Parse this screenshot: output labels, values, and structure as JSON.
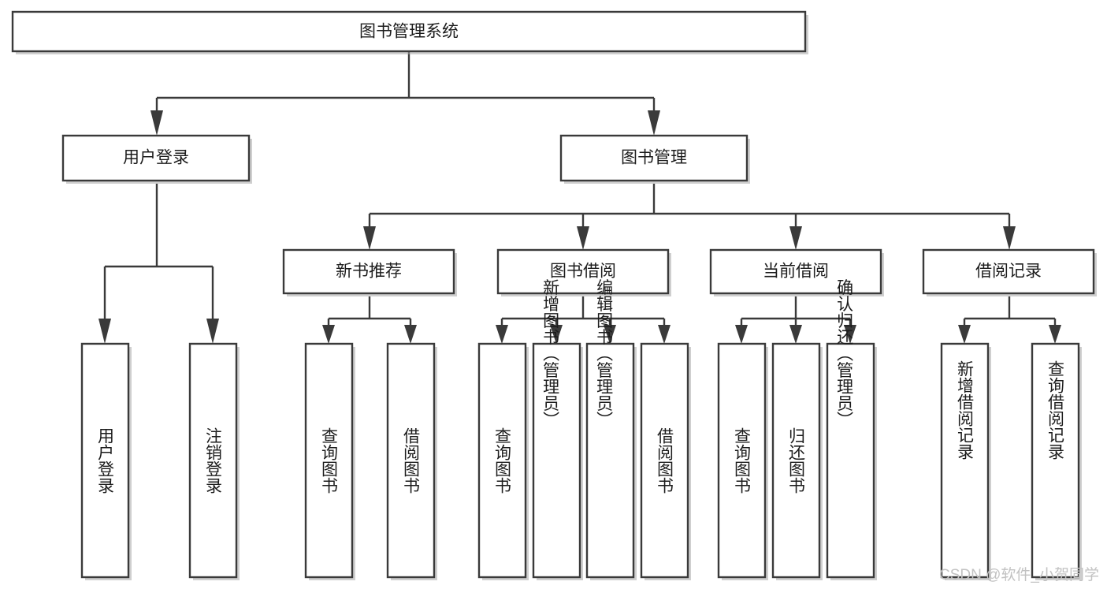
{
  "diagram": {
    "title_node": {
      "label": "图书管理系统"
    },
    "level2": [
      {
        "id": "user-login",
        "label": "用户登录"
      },
      {
        "id": "book-manage",
        "label": "图书管理"
      }
    ],
    "level3": [
      {
        "id": "new-book-rec",
        "label": "新书推荐"
      },
      {
        "id": "book-borrow",
        "label": "图书借阅"
      },
      {
        "id": "current-borrow",
        "label": "当前借阅"
      },
      {
        "id": "borrow-record",
        "label": "借阅记录"
      }
    ],
    "leaves": {
      "user_login": [
        {
          "id": "leaf-user-login",
          "label": "用户登录"
        },
        {
          "id": "leaf-logout-login",
          "label": "注销登录"
        }
      ],
      "new_book_rec": [
        {
          "id": "leaf-query-book-1",
          "label": "查询图书"
        },
        {
          "id": "leaf-borrow-book-1",
          "label": "借阅图书"
        }
      ],
      "book_borrow": [
        {
          "id": "leaf-query-book-2",
          "label": "查询图书"
        },
        {
          "id": "leaf-add-book",
          "label": "新增图书（管理员）"
        },
        {
          "id": "leaf-edit-book",
          "label": "编辑图书（管理员）"
        },
        {
          "id": "leaf-borrow-book-2",
          "label": "借阅图书"
        }
      ],
      "current_borrow": [
        {
          "id": "leaf-query-book-3",
          "label": "查询图书"
        },
        {
          "id": "leaf-return-book",
          "label": "归还图书"
        },
        {
          "id": "leaf-confirm-return",
          "label": "确认归还（管理员）"
        }
      ],
      "borrow_record": [
        {
          "id": "leaf-add-record",
          "label": "新增借阅记录"
        },
        {
          "id": "leaf-query-record",
          "label": "查询借阅记录"
        }
      ]
    }
  },
  "watermark": {
    "text": "CSDN @软件_小贺同学"
  },
  "colors": {
    "box_stroke": "#3a3a3a",
    "box_fill": "#ffffff",
    "text": "#1c1c1c",
    "watermark": "#c2c2c2",
    "canvas": "#ffffff"
  }
}
